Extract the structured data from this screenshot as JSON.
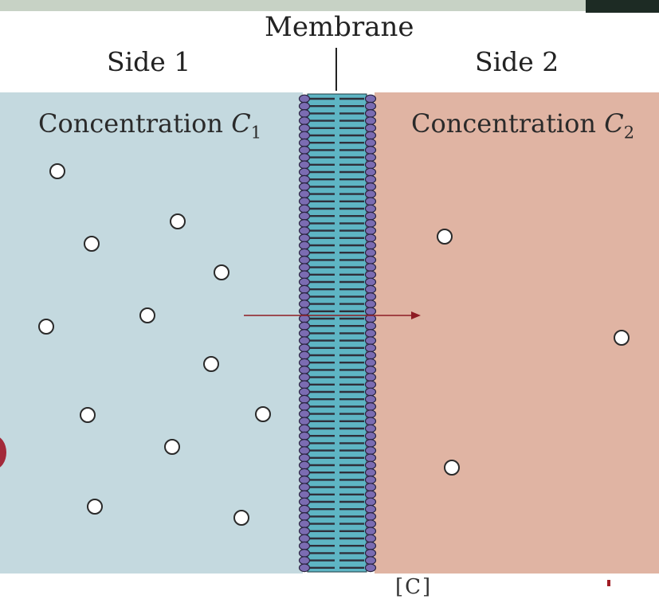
{
  "labels": {
    "membrane": "Membrane",
    "side1": "Side 1",
    "side2": "Side 2",
    "concentration_word": "Concentration",
    "c_symbol": "C",
    "side1_subscript": "1",
    "side2_subscript": "2",
    "bottom_cut_text": "[C]"
  },
  "molecules": {
    "side1_count": 12,
    "side2_count": 3
  },
  "colors": {
    "side1_fill": "#c4d9df",
    "side2_fill": "#e0b4a3",
    "lipid_head": "#7b6cb2",
    "lipid_core": "#5eb5c4",
    "lipid_tail": "#2f2f3a",
    "arrow": "#8e1c24",
    "molecule_fill": "#ffffff",
    "molecule_stroke": "#2a2a2a"
  },
  "icons": {
    "flux_arrow": "right-arrow-icon",
    "molecule": "circle-icon"
  }
}
